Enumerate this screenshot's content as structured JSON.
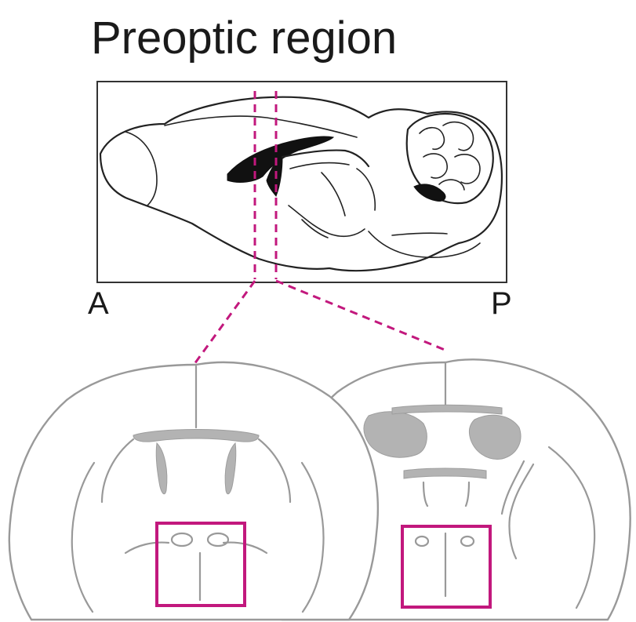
{
  "title": "Preoptic region",
  "axis": {
    "anterior_label": "A",
    "posterior_label": "P"
  },
  "colors": {
    "section_lines": "#c2187d",
    "roi_boxes": "#c2187d",
    "coronal_gray": "#b3b3b3",
    "outline": "#222222"
  },
  "panels": [
    {
      "name": "sagittal-view",
      "icon": "sagittal-brain-section"
    },
    {
      "name": "coronal-section-anterior",
      "icon": "coronal-brain-section"
    },
    {
      "name": "coronal-section-posterior",
      "icon": "coronal-brain-section"
    }
  ]
}
